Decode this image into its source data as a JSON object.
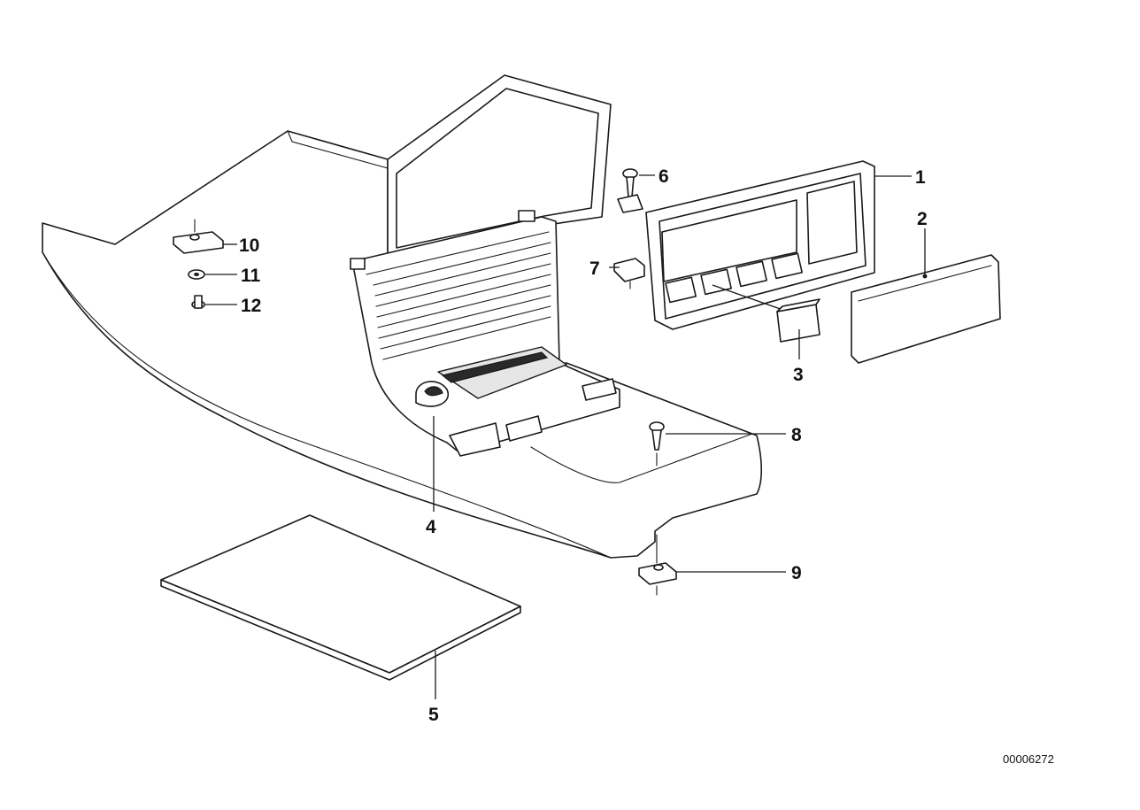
{
  "diagram": {
    "reference_number": "00006272",
    "callouts": [
      {
        "id": "1",
        "label": "1"
      },
      {
        "id": "2",
        "label": "2"
      },
      {
        "id": "3",
        "label": "3"
      },
      {
        "id": "4",
        "label": "4"
      },
      {
        "id": "5",
        "label": "5"
      },
      {
        "id": "6",
        "label": "6"
      },
      {
        "id": "7",
        "label": "7"
      },
      {
        "id": "8",
        "label": "8"
      },
      {
        "id": "9",
        "label": "9"
      },
      {
        "id": "10",
        "label": "10"
      },
      {
        "id": "11",
        "label": "11"
      },
      {
        "id": "12",
        "label": "12"
      }
    ]
  }
}
